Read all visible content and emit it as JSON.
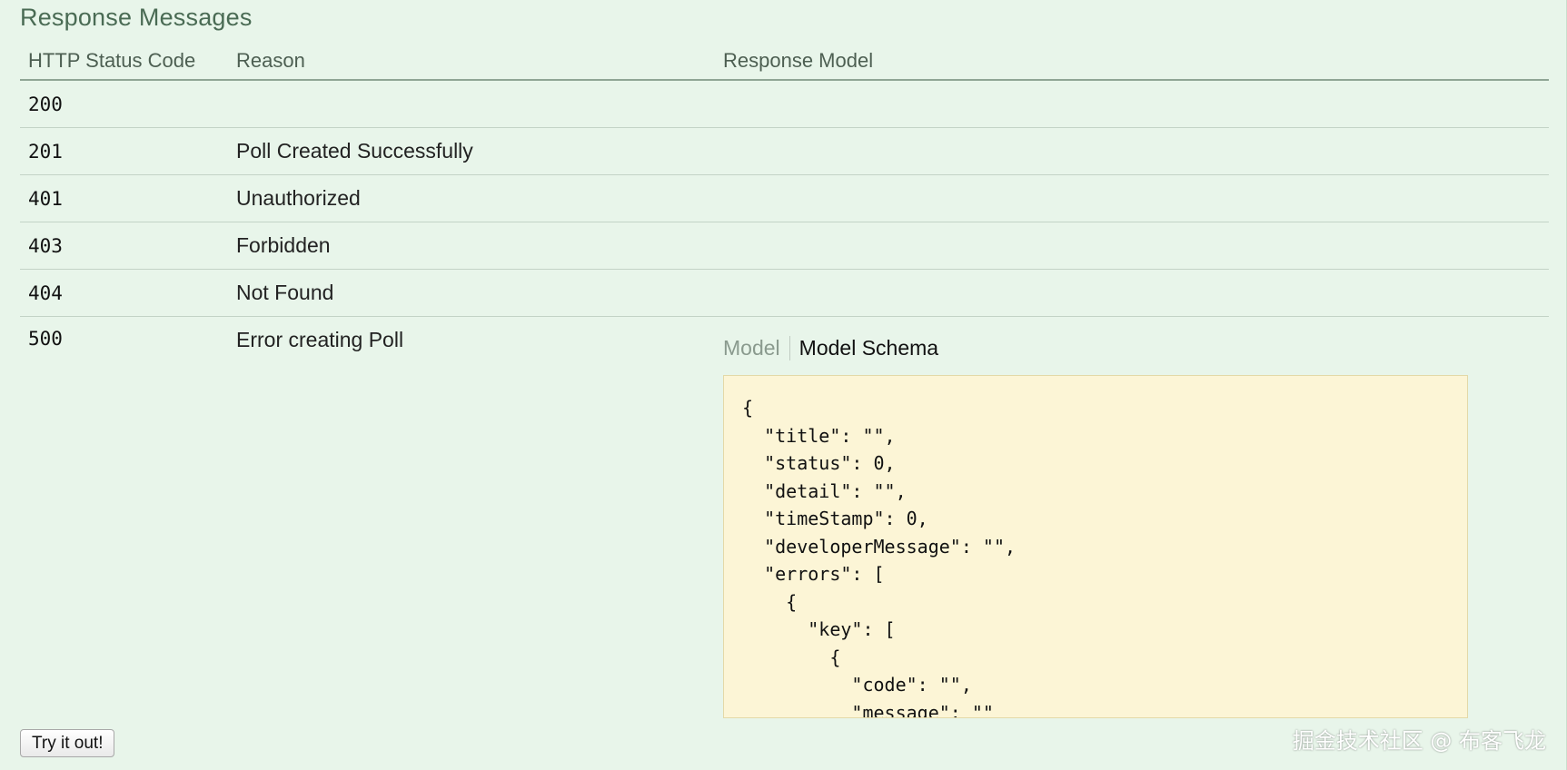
{
  "section": {
    "title": "Response Messages"
  },
  "table": {
    "headers": {
      "code": "HTTP Status Code",
      "reason": "Reason",
      "model": "Response Model"
    },
    "rows": [
      {
        "code": "200",
        "reason": ""
      },
      {
        "code": "201",
        "reason": "Poll Created Successfully"
      },
      {
        "code": "401",
        "reason": "Unauthorized"
      },
      {
        "code": "403",
        "reason": "Forbidden"
      },
      {
        "code": "404",
        "reason": "Not Found"
      },
      {
        "code": "500",
        "reason": "Error creating Poll"
      }
    ]
  },
  "model_tabs": {
    "model": "Model",
    "schema": "Model Schema",
    "active": "Model Schema"
  },
  "schema_text": "{\n  \"title\": \"\",\n  \"status\": 0,\n  \"detail\": \"\",\n  \"timeStamp\": 0,\n  \"developerMessage\": \"\",\n  \"errors\": [\n    {\n      \"key\": [\n        {\n          \"code\": \"\",\n          \"message\": \"\"",
  "actions": {
    "try_label": "Try it out!"
  },
  "watermark": "掘金技术社区 @ 布客飞龙"
}
